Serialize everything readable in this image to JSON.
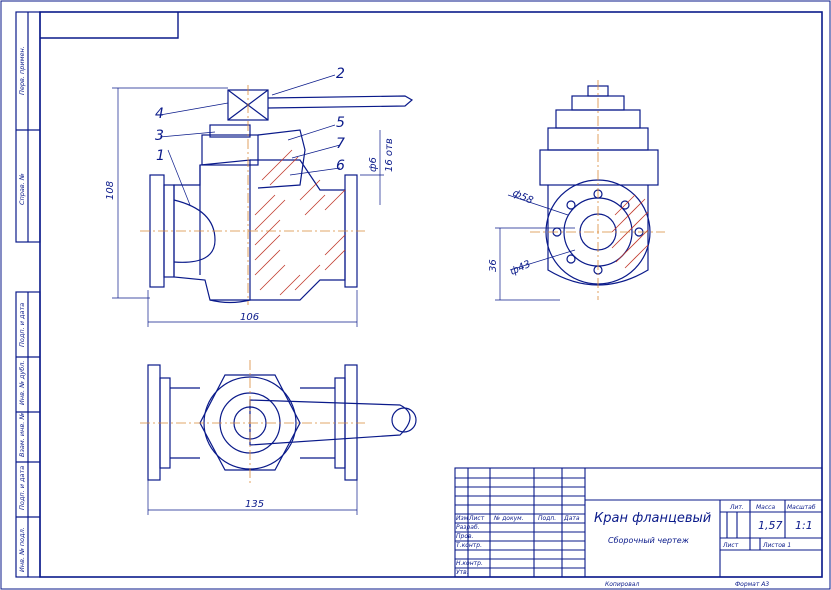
{
  "callouts": [
    "1",
    "2",
    "3",
    "4",
    "5",
    "6",
    "7"
  ],
  "dimensions": {
    "height": "108",
    "length_front": "106",
    "length_plan": "135",
    "dia_small": "ф6",
    "holes": "16 отв",
    "dia_58": "ф58",
    "dia_43": "ф43",
    "side_36": "36"
  },
  "left_strip": {
    "s1": "Перв. примен.",
    "s2": "Справ. №",
    "s3": "Подп. и дата",
    "s4": "Инв. № дубл.",
    "s5": "Взам. инв. №",
    "s6": "Подп. и дата",
    "s7": "Инв. № подл."
  },
  "title_block": {
    "title": "Кран фланцевый",
    "subtitle": "Сборочный чертеж",
    "col_izm": "Изм",
    "col_list": "Лист",
    "col_doc": "№ докум.",
    "col_sign": "Подп.",
    "col_date": "Дата",
    "row_razrab": "Разраб.",
    "row_prov": "Пров.",
    "row_tkontr": "Т.контр.",
    "row_nkontr": "Н.контр.",
    "row_utv": "Утв.",
    "lit": "Лит.",
    "mass": "Масса",
    "scale": "Масштаб",
    "mass_val": "1,57",
    "scale_val": "1:1",
    "sheet": "Лист",
    "sheets": "Листов 1",
    "copied": "Копировал",
    "format": "Формат А3"
  },
  "colors": {
    "line": "#0a1a8a",
    "hatch": "#c0392b",
    "center": "#d98a3a"
  }
}
